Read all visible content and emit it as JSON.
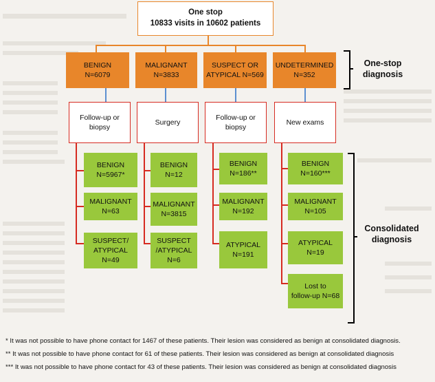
{
  "top": {
    "line1": "One stop",
    "line2": "10833 visits in 10602 patients"
  },
  "onestop_label": {
    "line1": "One-stop",
    "line2": "diagnosis"
  },
  "consolidated_label": {
    "line1": "Consolidated",
    "line2": "diagnosis"
  },
  "colors": {
    "orange": "#e8862a",
    "green": "#99c83c",
    "red": "#d62a20",
    "blue": "#5b8fd0"
  },
  "columns": [
    {
      "diag": {
        "line1": "BENIGN",
        "line2": "N=6079"
      },
      "action": {
        "line1": "Follow-up or",
        "line2": "biopsy"
      },
      "results": [
        {
          "line1": "BENIGN",
          "line2": "N=5967*"
        },
        {
          "line1": "MALIGNANT",
          "line2": "N=63"
        },
        {
          "line1": "SUSPECT/",
          "line2": "ATYPICAL",
          "line3": "N=49"
        }
      ]
    },
    {
      "diag": {
        "line1": "MALIGNANT",
        "line2": "N=3833"
      },
      "action": {
        "line1": "Surgery",
        "line2": ""
      },
      "results": [
        {
          "line1": "BENIGN",
          "line2": "N=12"
        },
        {
          "line1": "MALIGNANT",
          "line2": "N=3815"
        },
        {
          "line1": "SUSPECT",
          "line2": "/ATYPICAL",
          "line3": "N=6"
        }
      ]
    },
    {
      "diag": {
        "line1": "SUSPECT OR",
        "line2": "ATYPICAL N=569"
      },
      "action": {
        "line1": "Follow-up or",
        "line2": "biopsy"
      },
      "results": [
        {
          "line1": "BENIGN",
          "line2": "N=186**"
        },
        {
          "line1": "MALIGNANT",
          "line2": "N=192"
        },
        {
          "line1": "ATYPICAL",
          "line2": "N=191"
        }
      ]
    },
    {
      "diag": {
        "line1": "UNDETERMINED",
        "line2": "N=352"
      },
      "action": {
        "line1": "New exams",
        "line2": ""
      },
      "results": [
        {
          "line1": "BENIGN",
          "line2": "N=160***"
        },
        {
          "line1": "MALIGNANT",
          "line2": "N=105"
        },
        {
          "line1": "ATYPICAL",
          "line2": "N=19"
        },
        {
          "line1": "Lost to",
          "line2": "follow-up N=68"
        }
      ]
    }
  ],
  "footnotes": [
    "* It was not possible to have phone contact for 1467 of these patients. Their lesion was considered as benign at consolidated diagnosis.",
    "** It was not possible to have phone contact for 61 of these patients. Their lesion was considered as benign at consolidated diagnosis",
    "*** It was not possible to have phone contact for 43 of these patients. Their lesion was considered as benign at consolidated diagnosis"
  ]
}
